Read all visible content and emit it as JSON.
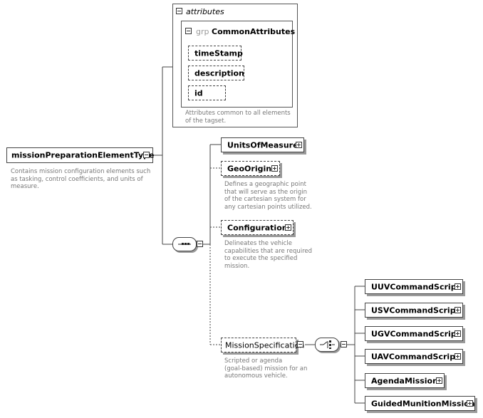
{
  "attributes_panel": {
    "title": "attributes",
    "note": [
      "Attributes common to all elements",
      "of the tagset."
    ]
  },
  "attr_group": {
    "prefix": "grp",
    "name": "CommonAttributes",
    "attributes": [
      "timeStamp",
      "description",
      "id"
    ]
  },
  "root": {
    "name": "missionPreparationElementType",
    "note": [
      "Contains mission configuration elements such",
      "as tasking, control coefficients, and units of",
      "measure."
    ]
  },
  "sequence_children": [
    {
      "name": "UnitsOfMeasure",
      "optional": false,
      "note": []
    },
    {
      "name": "GeoOrigin",
      "optional": true,
      "note": [
        "Defines a geographic point",
        "that will serve as the origin",
        "of the cartesian system for",
        "any cartesian points utilized."
      ]
    },
    {
      "name": "Configuration",
      "optional": true,
      "note": [
        "Delineates the vehicle",
        "capabilities that are required",
        "to execute the specified",
        "mission."
      ]
    },
    {
      "name": "MissionSpecification",
      "optional": true,
      "note": [
        "Scripted or agenda",
        "(goal-based) mission for an",
        "autonomous vehicle."
      ]
    }
  ],
  "choice_children": [
    "UUVCommandScript",
    "USVCommandScript",
    "UGVCommandScript",
    "UAVCommandScript",
    "AgendaMission",
    "GuidedMunitionMission"
  ]
}
